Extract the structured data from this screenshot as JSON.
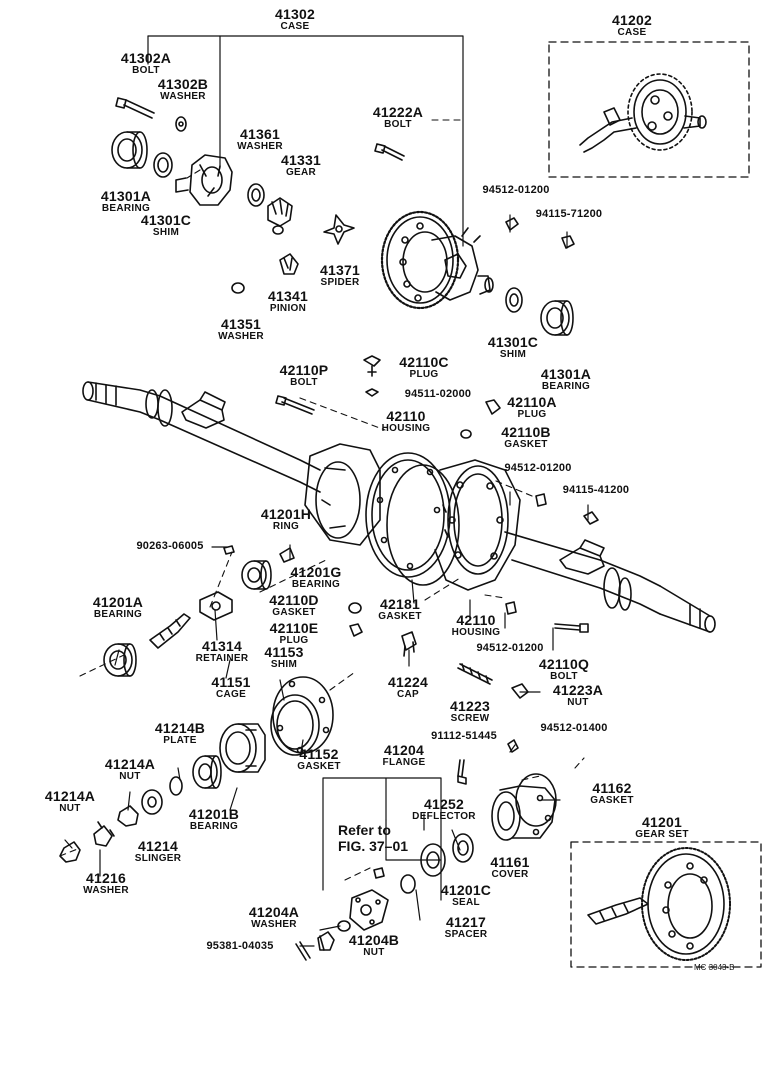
{
  "labels": {
    "p41302": {
      "num": "41302",
      "name": "CASE"
    },
    "p41202": {
      "num": "41202",
      "name": "CASE"
    },
    "p41302A": {
      "num": "41302A",
      "name": "BOLT"
    },
    "p41302B": {
      "num": "41302B",
      "name": "WASHER"
    },
    "p41222A": {
      "num": "41222A",
      "name": "BOLT"
    },
    "p41361": {
      "num": "41361",
      "name": "WASHER"
    },
    "p41331": {
      "num": "41331",
      "name": "GEAR"
    },
    "p41301A_top": {
      "num": "41301A",
      "name": "BEARING"
    },
    "p41301C_top": {
      "num": "41301C",
      "name": "SHIM"
    },
    "p94512_01200_a": {
      "num": "94512-01200",
      "name": ""
    },
    "p94115_71200": {
      "num": "94115-71200",
      "name": ""
    },
    "p41371": {
      "num": "41371",
      "name": "SPIDER"
    },
    "p41341": {
      "num": "41341",
      "name": "PINION"
    },
    "p41351": {
      "num": "41351",
      "name": "WASHER"
    },
    "p41301C_r": {
      "num": "41301C",
      "name": "SHIM"
    },
    "p41301A_r": {
      "num": "41301A",
      "name": "BEARING"
    },
    "p42110C": {
      "num": "42110C",
      "name": "PLUG"
    },
    "p42110P": {
      "num": "42110P",
      "name": "BOLT"
    },
    "p94511_02000": {
      "num": "94511-02000",
      "name": ""
    },
    "p42110A": {
      "num": "42110A",
      "name": "PLUG"
    },
    "p42110": {
      "num": "42110",
      "name": "HOUSING"
    },
    "p42110B": {
      "num": "42110B",
      "name": "GASKET"
    },
    "p94512_01200_b": {
      "num": "94512-01200",
      "name": ""
    },
    "p94115_41200": {
      "num": "94115-41200",
      "name": ""
    },
    "p41201H": {
      "num": "41201H",
      "name": "RING"
    },
    "p90263": {
      "num": "90263-06005",
      "name": ""
    },
    "p41201G": {
      "num": "41201G",
      "name": "BEARING"
    },
    "p42110D": {
      "num": "42110D",
      "name": "GASKET"
    },
    "p42181": {
      "num": "42181",
      "name": "GASKET"
    },
    "p42110_b": {
      "num": "42110",
      "name": "HOUSING"
    },
    "p94512_01200_c": {
      "num": "94512-01200",
      "name": ""
    },
    "p41201A": {
      "num": "41201A",
      "name": "BEARING"
    },
    "p42110E": {
      "num": "42110E",
      "name": "PLUG"
    },
    "p42110Q": {
      "num": "42110Q",
      "name": "BOLT"
    },
    "p41314": {
      "num": "41314",
      "name": "RETAINER"
    },
    "p41153": {
      "num": "41153",
      "name": "SHIM"
    },
    "p41151": {
      "num": "41151",
      "name": "CAGE"
    },
    "p41224": {
      "num": "41224",
      "name": "CAP"
    },
    "p41223": {
      "num": "41223",
      "name": "SCREW"
    },
    "p41223A": {
      "num": "41223A",
      "name": "NUT"
    },
    "p41214B": {
      "num": "41214B",
      "name": "PLATE"
    },
    "p94512_01400": {
      "num": "94512-01400",
      "name": ""
    },
    "p91112": {
      "num": "91112-51445",
      "name": ""
    },
    "p41204": {
      "num": "41204",
      "name": "FLANGE"
    },
    "p41214A_1": {
      "num": "41214A",
      "name": "NUT"
    },
    "p41152": {
      "num": "41152",
      "name": "GASKET"
    },
    "p41162": {
      "num": "41162",
      "name": "GASKET"
    },
    "p41214A_2": {
      "num": "41214A",
      "name": "NUT"
    },
    "p41201B": {
      "num": "41201B",
      "name": "BEARING"
    },
    "p41252": {
      "num": "41252",
      "name": "DEFLECTOR"
    },
    "p41201": {
      "num": "41201",
      "name": "GEAR SET"
    },
    "p41214": {
      "num": "41214",
      "name": "SLINGER"
    },
    "p41161": {
      "num": "41161",
      "name": "COVER"
    },
    "p41216": {
      "num": "41216",
      "name": "WASHER"
    },
    "p41201C": {
      "num": "41201C",
      "name": "SEAL"
    },
    "p41204A": {
      "num": "41204A",
      "name": "WASHER"
    },
    "p41217": {
      "num": "41217",
      "name": "SPACER"
    },
    "p95381": {
      "num": "95381-04035",
      "name": ""
    },
    "p41204B": {
      "num": "41204B",
      "name": "NUT"
    }
  },
  "reference_note": {
    "line1": "Refer to",
    "line2": "FIG. 37–01"
  },
  "figure_code": "MC 3043-B"
}
